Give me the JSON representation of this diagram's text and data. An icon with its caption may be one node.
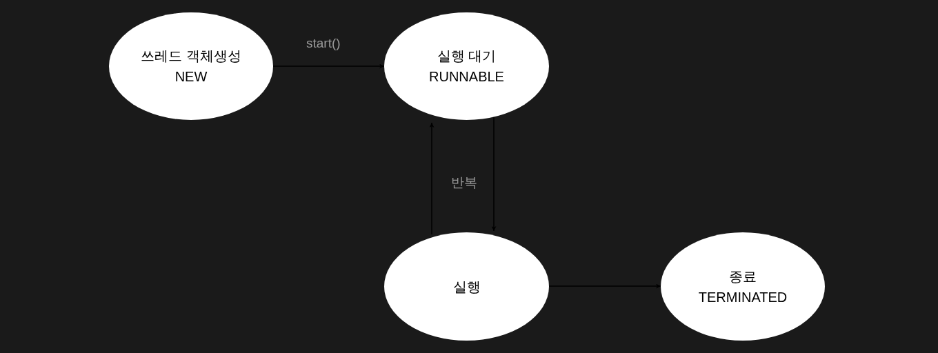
{
  "diagram": {
    "nodes": [
      {
        "text": [
          "쓰레드 객체생성",
          "NEW"
        ]
      },
      {
        "text": [
          "실행 대기",
          "RUNNABLE"
        ]
      },
      {
        "text": [
          "실행"
        ]
      },
      {
        "text": [
          "종료",
          "TERMINATED"
        ]
      }
    ],
    "edges": [
      {
        "from": 0,
        "to": 1,
        "arrow": "to",
        "label": "start()"
      },
      {
        "from": 1,
        "to": 2,
        "arrow": "to"
      },
      {
        "from": 2,
        "to": 1,
        "arrow": "to"
      },
      {
        "from": 2,
        "to": 3,
        "arrow": "to"
      }
    ],
    "labels": [
      "반복"
    ]
  }
}
